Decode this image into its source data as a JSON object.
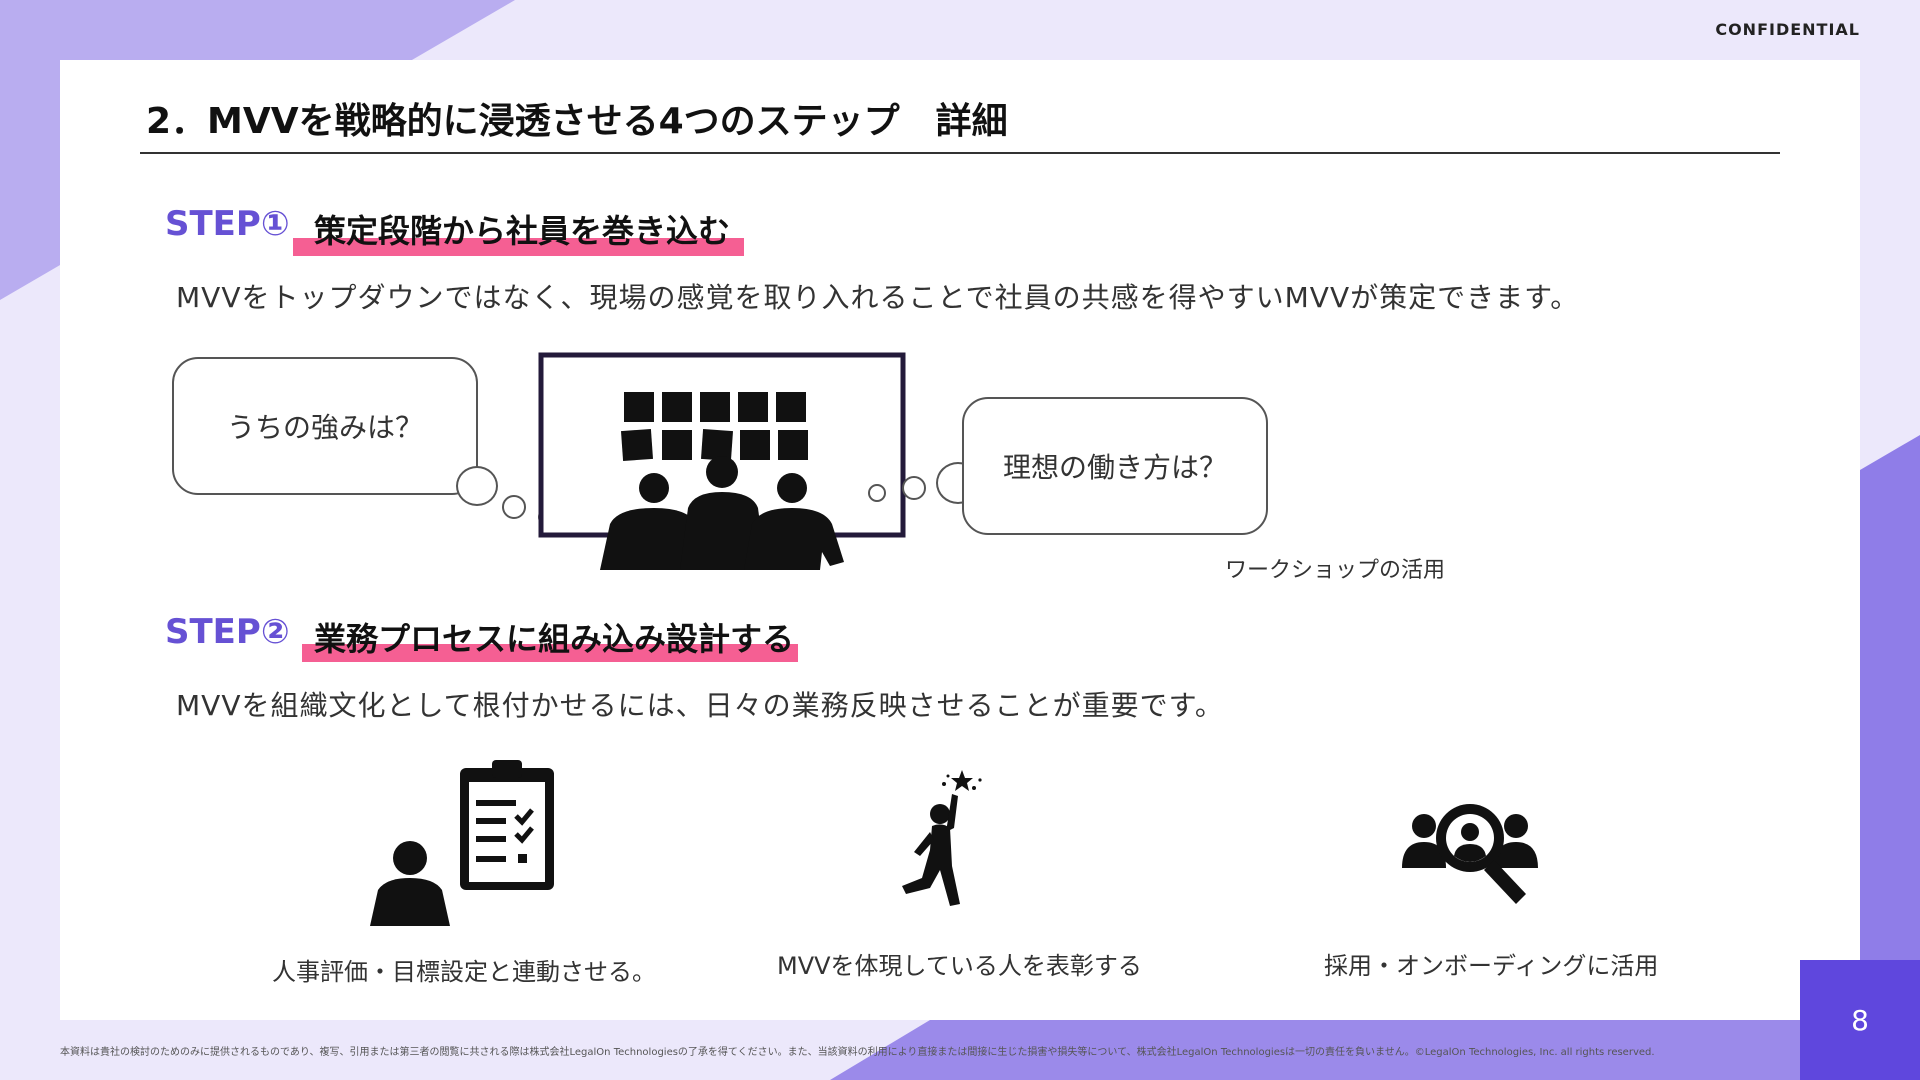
{
  "header": {
    "confidential": "CONFIDENTIAL",
    "title": "2．MVVを戦略的に浸透させる4つのステップ　詳細"
  },
  "step1": {
    "label": "STEP①",
    "title": "策定段階から社員を巻き込む",
    "description": "MVVをトップダウンではなく、現場の感覚を取り入れることで社員の共感を得やすいMVVが策定できます。",
    "bubble_left": "うちの強みは？",
    "bubble_right": "理想の働き方は？",
    "caption": "ワークショップの活用"
  },
  "step2": {
    "label": "STEP②",
    "title": "業務プロセスに組み込み設計する",
    "description": "MVVを組織文化として根付かせるには、日々の業務反映させることが重要です。",
    "items": [
      {
        "icon": "clipboard-person-icon",
        "label": "人事評価・目標設定と連動させる。"
      },
      {
        "icon": "achiever-icon",
        "label": "MVVを体現している人を表彰する"
      },
      {
        "icon": "people-search-icon",
        "label": "採用・オンボーディングに活用"
      }
    ]
  },
  "footer": {
    "disclaimer": "本資料は貴社の検討のためのみに提供されるものであり、複写、引用または第三者の閲覧に共される際は株式会社LegalOn Technologiesの了承を得てください。また、当該資料の利用により直接または間接に生じた損害や損失等について、株式会社LegalOn Technologiesは一切の責任を負いません。©LegalOn Technologies, Inc. all rights reserved.",
    "page_number": "8"
  },
  "colors": {
    "accent": "#6651d4",
    "highlight": "#f55f93",
    "page_box": "#5f47dd",
    "background": "#ece8fb"
  }
}
